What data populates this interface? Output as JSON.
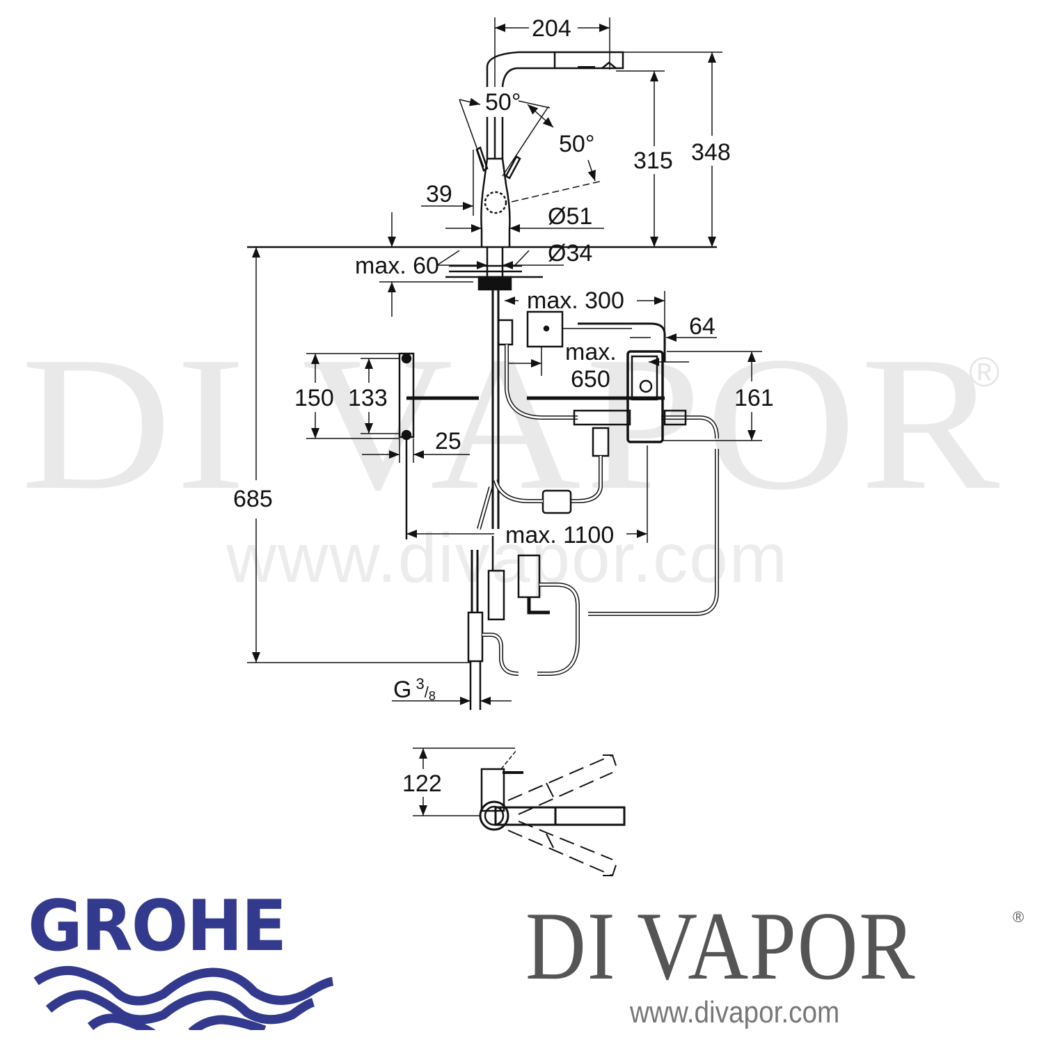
{
  "watermark": {
    "brand": "DI VAPOR",
    "registered": "®",
    "url": "www.divapor.com"
  },
  "drawing": {
    "title": "Faucet technical dimension drawing",
    "stroke_color": "#111111",
    "dimensions": {
      "spout_reach": "204",
      "lever_angle_left": "50°",
      "lever_angle_right": "50°",
      "height_to_outlet": "315",
      "overall_height": "348",
      "lever_offset": "39",
      "body_diameter": "Ø51",
      "shank_diameter": "Ø34",
      "max_counter_thickness": "max. 60",
      "max_300": "max. 300",
      "box_offset": "64",
      "max_650_line1": "max.",
      "max_650_line2": "650",
      "bracket_height": "150",
      "bracket_hole_spacing": "133",
      "bracket_depth": "25",
      "box_height": "161",
      "hose_length": "685",
      "max_cable": "max. 1100",
      "thread_size_main": "G",
      "thread_size_num": "3",
      "thread_size_den": "8",
      "plan_view_height": "122"
    }
  },
  "footer": {
    "grohe_logo": "GROHE",
    "grohe_color": "#333a8e",
    "divapor_logo": "DI VAPOR",
    "divapor_reg": "®",
    "divapor_url": "www.divapor.com"
  }
}
